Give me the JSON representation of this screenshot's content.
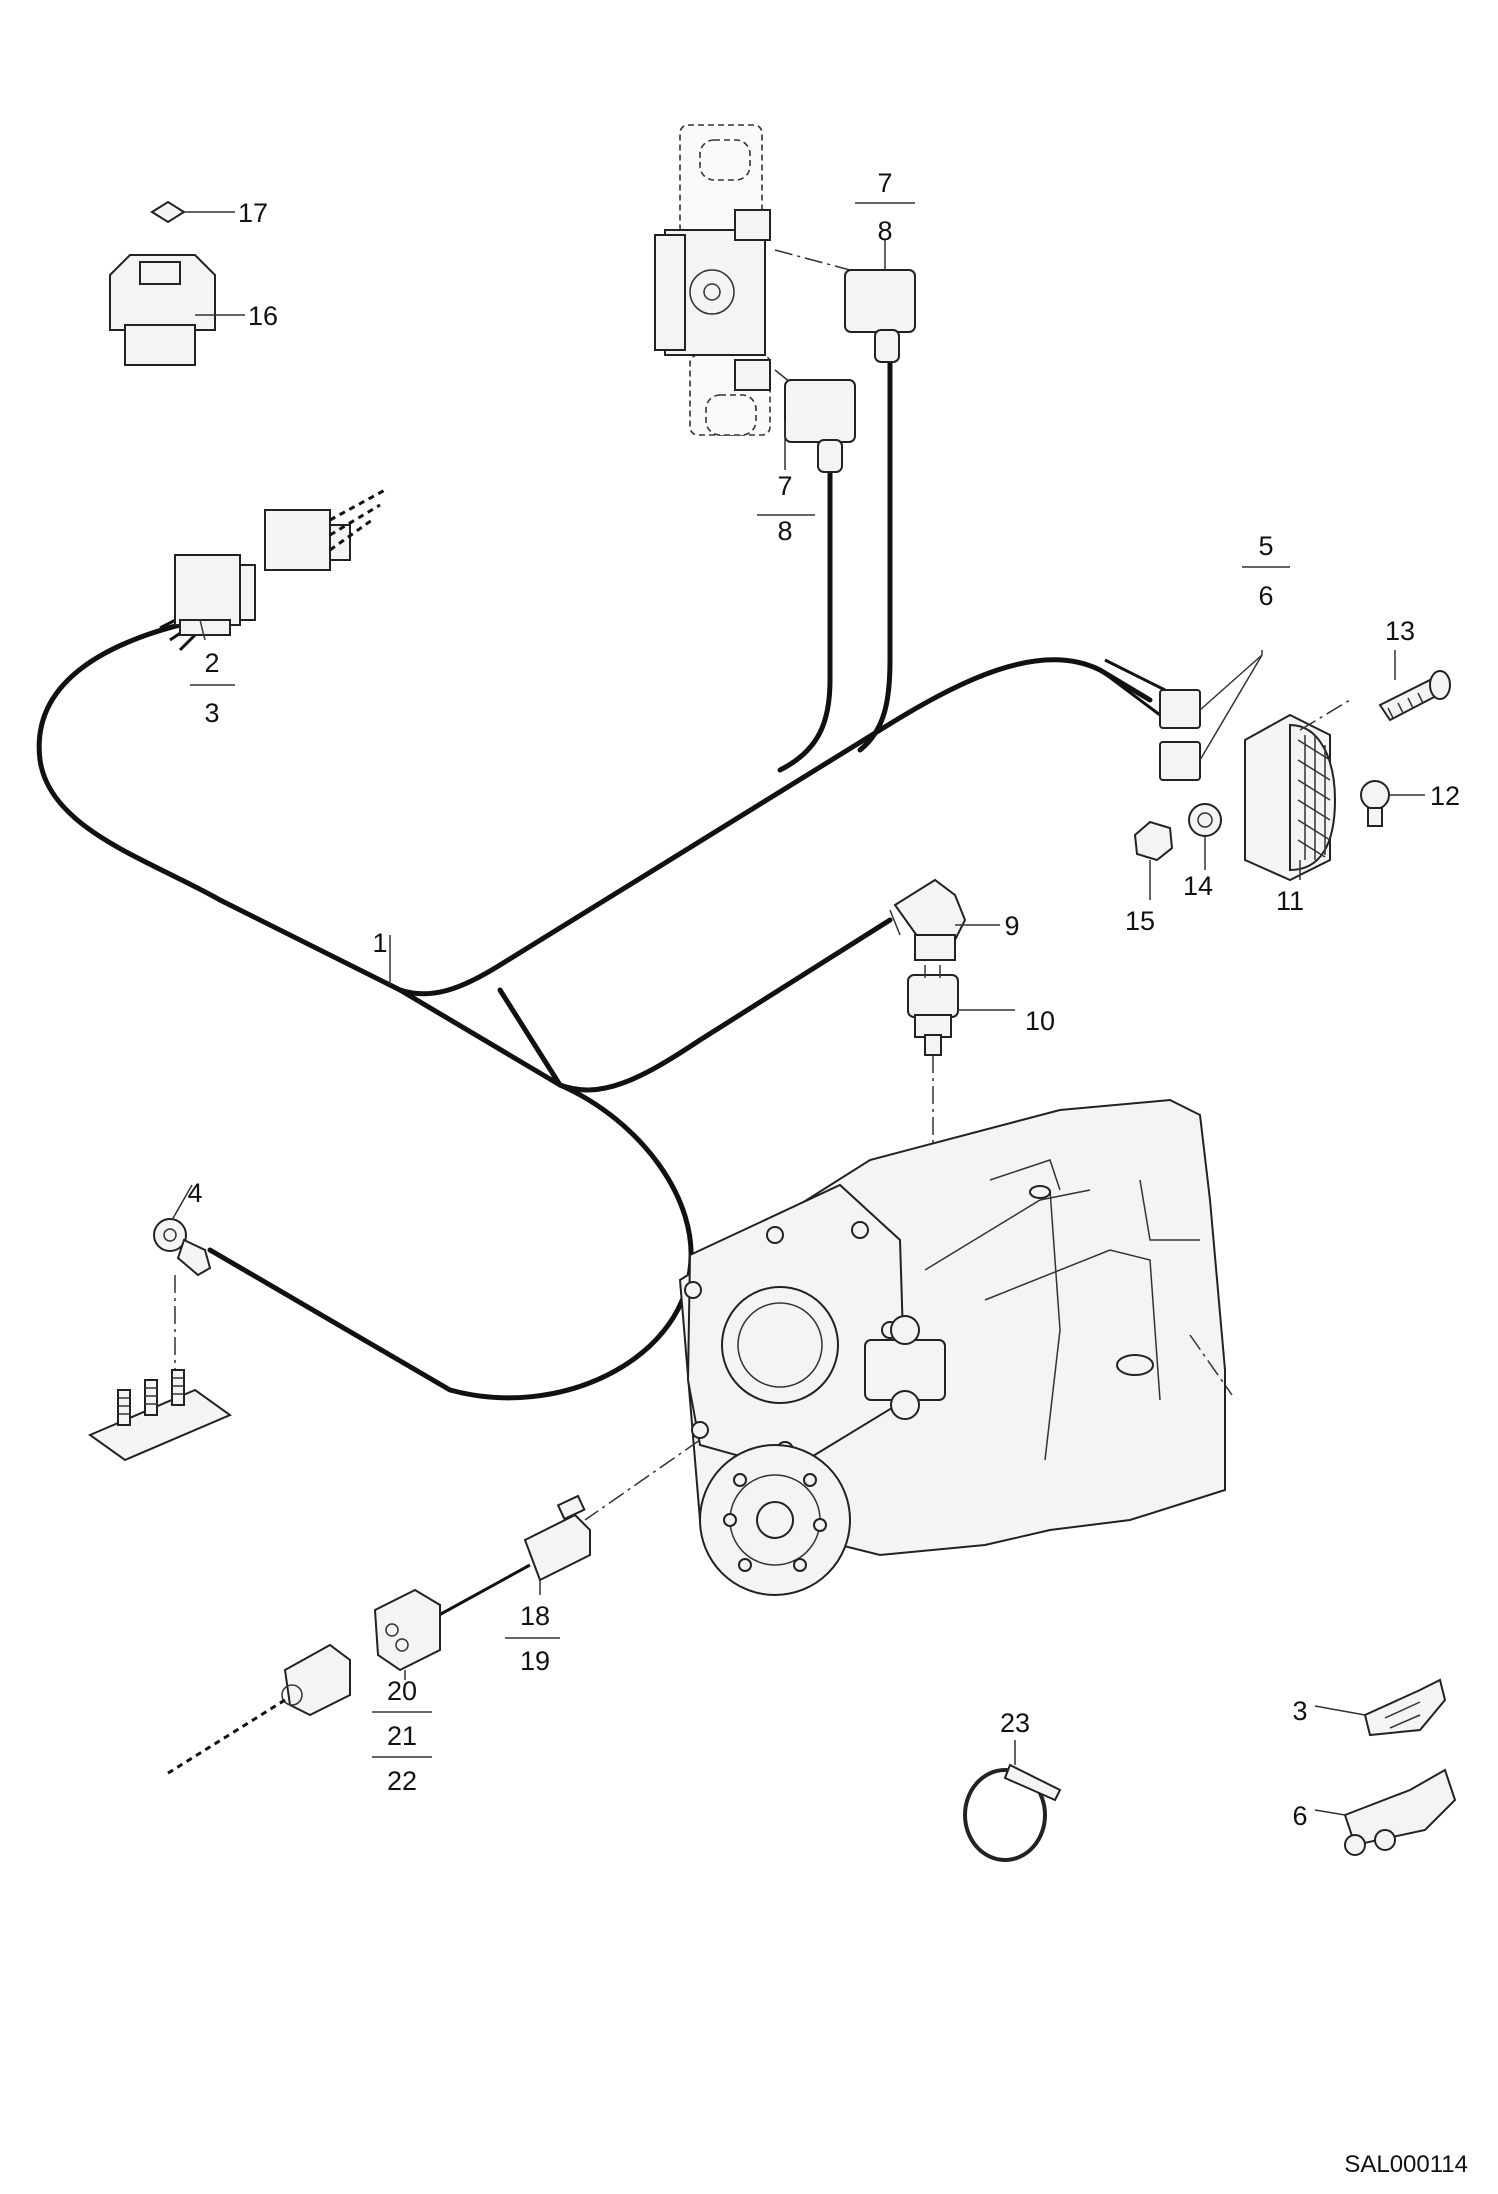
{
  "drawing": {
    "reference": "SAL000114"
  },
  "callouts": {
    "c1": "1",
    "c2": "2",
    "c3a": "3",
    "c3b": "3",
    "c4": "4",
    "c5": "5",
    "c6a": "6",
    "c6b": "6",
    "c7a": "7",
    "c8a": "8",
    "c7b": "7",
    "c8b": "8",
    "c9": "9",
    "c10": "10",
    "c11": "11",
    "c12": "12",
    "c13": "13",
    "c14": "14",
    "c15": "15",
    "c16": "16",
    "c17": "17",
    "c18": "18",
    "c19": "19",
    "c20": "20",
    "c21": "21",
    "c22": "22",
    "c23": "23"
  }
}
